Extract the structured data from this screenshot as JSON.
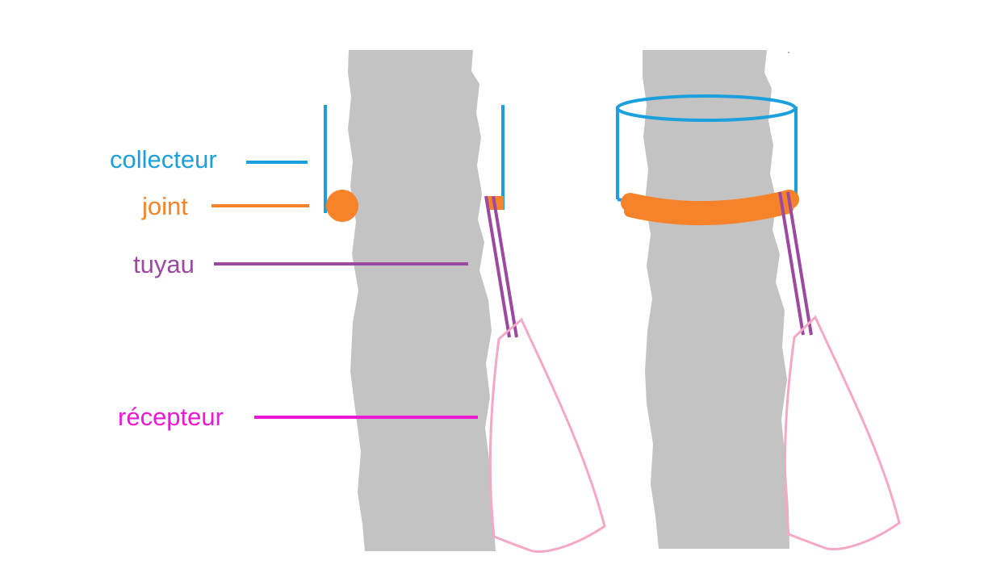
{
  "labels": {
    "collecteur": "collecteur",
    "joint": "joint",
    "tuyau": "tuyau",
    "recepteur": "récepteur"
  },
  "colors": {
    "trunk": "#c3c3c3",
    "collecteur": "#1aa0dc",
    "joint": "#f6822a",
    "tuyau": "#9c4aa0",
    "recepteur": "#ec18d6",
    "recepteur_outline": "#f5a7c6"
  }
}
